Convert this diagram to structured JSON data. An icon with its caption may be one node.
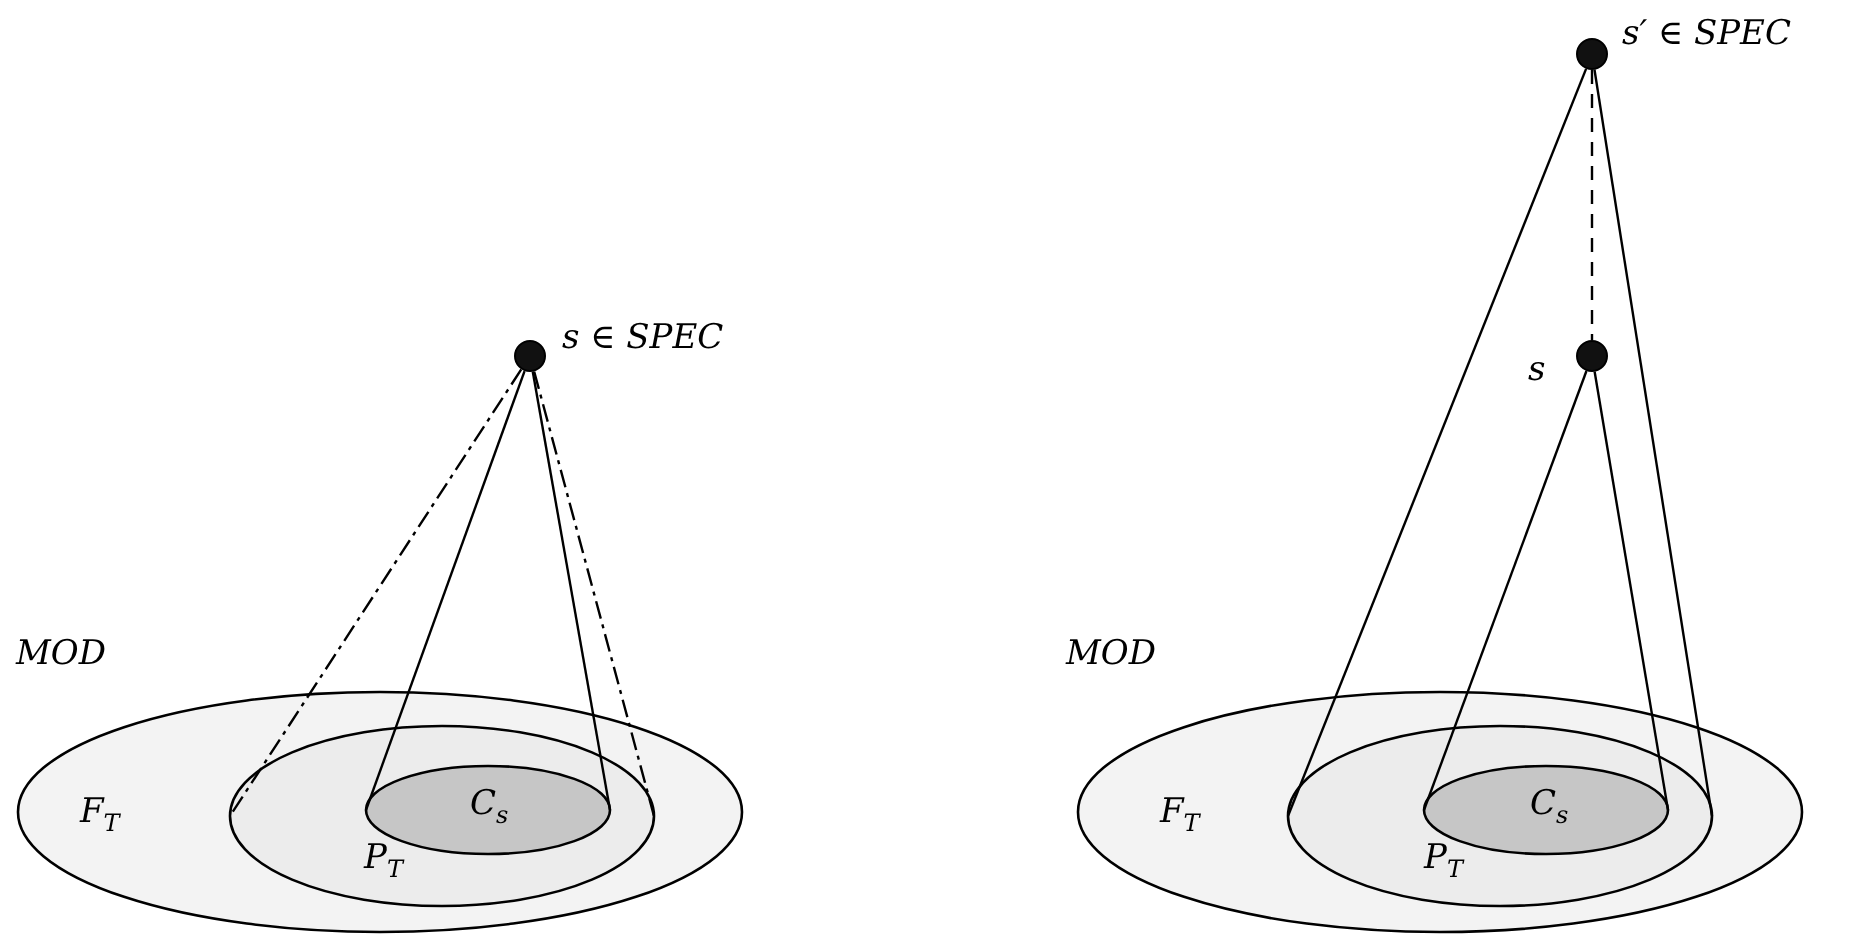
{
  "diagram": {
    "nodes": [
      {
        "text": [
          "MOD",
          "F$_{T}$"
        ]
      },
      {
        "text": [
          "P$_{T}$"
        ],
        "in": 0
      },
      {
        "text": [
          "C$_{s}$"
        ],
        "in": 1
      },
      {
        "text": [],
        "shape": "circle",
        "beside": [
          "s ∈ SPEC"
        ]
      },
      {
        "text": [
          "MOD",
          "F$_{T}$"
        ]
      },
      {
        "text": [
          "P$_{T}$"
        ],
        "in": 4
      },
      {
        "text": [
          "C$_{s}$"
        ],
        "in": 5
      },
      {
        "text": [],
        "shape": "circle",
        "beside": [
          "s′ ∈ SPEC"
        ]
      },
      {
        "text": [],
        "shape": "circle",
        "beside": [
          "s"
        ]
      }
    ],
    "edges": [
      {
        "from": 3,
        "to": 2,
        "arrow": "none"
      },
      {
        "from": 3,
        "to": 2,
        "arrow": "none"
      },
      {
        "from": 3,
        "to": 1,
        "arrow": "none",
        "style": "dashed"
      },
      {
        "from": 3,
        "to": 1,
        "arrow": "none",
        "style": "dashed"
      },
      {
        "from": 7,
        "to": 8,
        "arrow": "none",
        "style": "dashed"
      },
      {
        "from": 7,
        "to": 5,
        "arrow": "none"
      },
      {
        "from": 7,
        "to": 5,
        "arrow": "none"
      },
      {
        "from": 8,
        "to": 6,
        "arrow": "none"
      },
      {
        "from": 8,
        "to": 6,
        "arrow": "none"
      }
    ]
  }
}
